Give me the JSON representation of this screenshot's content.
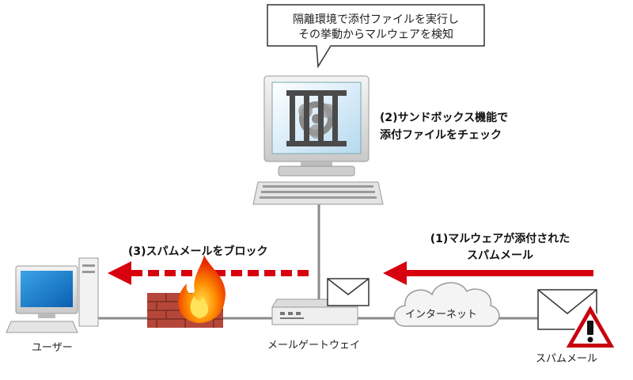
{
  "callout": {
    "line1": "隔離環境で添付ファイルを実行し",
    "line2": "その挙動からマルウェアを検知"
  },
  "step2": {
    "line1": "(2)サンドボックス機能で",
    "line2": "添付ファイルをチェック"
  },
  "step3": {
    "text": "(3)スパムメールをブロック"
  },
  "step1": {
    "line1": "(1)マルウェアが添付された",
    "line2": "スパムメール"
  },
  "labels": {
    "user": "ユーザー",
    "gateway": "メールゲートウェイ",
    "internet": "インターネット",
    "spam": "スパムメール"
  },
  "colors": {
    "arrow": "#d7000f",
    "network_line": "#8a8a8a",
    "brick": "#b5473a",
    "flame": "#ff6a00",
    "screen": "#b5d9f0",
    "warning": "#c8000e"
  },
  "icons": [
    "callout-bubble",
    "sandbox-pc",
    "biohazard-icon",
    "user-pc",
    "firewall",
    "flame-icon",
    "mail-gateway",
    "envelope-icon",
    "cloud",
    "warning-icon"
  ]
}
